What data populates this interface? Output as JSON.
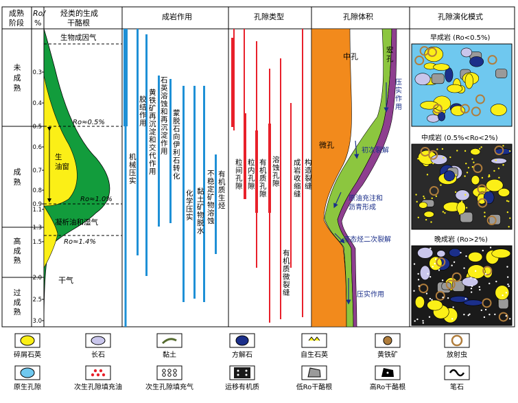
{
  "headers": {
    "stage": "成熟阶段",
    "ro": "Ro/%",
    "hydrocarbon": "烃类的生成干酪根",
    "diagenesis": "成岩作用",
    "pore_type": "孔隙类型",
    "pore_volume": "孔隙体积",
    "evolution": "孔隙演化模式"
  },
  "stages": [
    "未成熟",
    "成熟",
    "高成熟",
    "过成熟"
  ],
  "ro_ticks": [
    "0.3",
    "0.4",
    "0.5",
    "0.6",
    "0.7",
    "0.8",
    "0.9",
    "1.1",
    "1.3",
    "1.5",
    "2.0",
    "2.5",
    "3.0"
  ],
  "hydrocarbon_labels": {
    "biogas": "生物成因气",
    "ro05": "Ro≈0.5%",
    "oil_window": "生油窗",
    "ro10": "Ro≈1.0%",
    "condensate": "凝析油和湿气",
    "ro14": "Ro≈1.4%",
    "dry_gas": "干气"
  },
  "diagenesis_labels": {
    "mech": "机械压实",
    "cement": "胶结作用",
    "pyrite": "黄铁矿再沉淀和交代作用",
    "quartz": "石英溶蚀和再沉淀作用",
    "illite": "蒙脱石向伊利石转化",
    "chem": "化学压实",
    "clay": "黏土矿物脱水",
    "unstable": "不稳定矿物溶蚀",
    "organic": "有机质生烃"
  },
  "pore_labels": {
    "intergranular": "粒间孔隙",
    "intragranular": "粒内孔隙",
    "organic_pore": "有机质孔隙",
    "dissolution": "溶蚀孔隙",
    "diagenetic": "成岩收缩缝",
    "tectonic": "构造裂缝",
    "microcrack": "有机质微裂缝"
  },
  "volume_labels": {
    "micro": "微孔",
    "meso": "中孔",
    "macro": "宏孔",
    "compaction1": "压实作用",
    "cracking1": "初次裂解",
    "oil_fill": "原油充注和沥青形成",
    "cracking2": "液态烃二次裂解",
    "compaction2": "压实作用"
  },
  "evolution_titles": {
    "early": "早成岩 (Ro<0.5%)",
    "middle": "中成岩 (0.5%<Ro<2%)",
    "late": "晚成岩 (Ro>2%)"
  },
  "legend": [
    "碎屑石英",
    "长石",
    "黏土",
    "方解石",
    "自生石英",
    "黄铁矿",
    "放射虫",
    "原生孔隙",
    "次生孔隙填充油",
    "次生孔隙填充气",
    "运移有机质",
    "低Ro干酪根",
    "高Ro干酪根",
    "笔石"
  ],
  "colors": {
    "green": "#129c3c",
    "yellow": "#fbef17",
    "orange": "#f28a1c",
    "lime": "#8cc63f",
    "purple": "#8e3f8f",
    "blue": "#1e90d6",
    "red": "#e8202a",
    "navy": "#1b2f8a"
  }
}
